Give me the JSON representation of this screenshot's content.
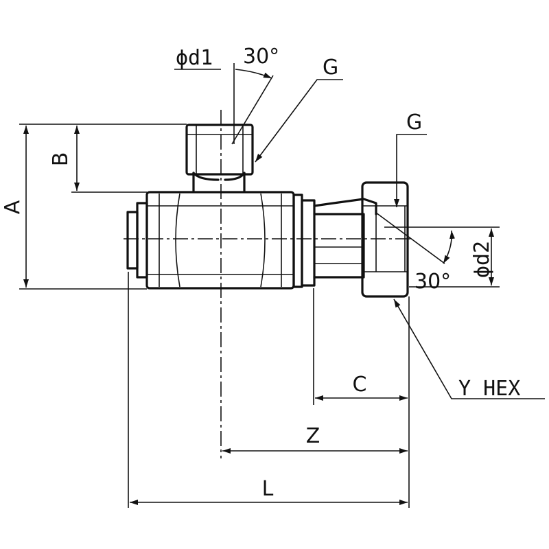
{
  "labels": {
    "phi_d1": "ϕd1",
    "angle_top": "30°",
    "g_top": "G",
    "g_right": "G",
    "phi_d2": "ϕd2",
    "angle_right": "30°",
    "y_hex": "Y HEX",
    "dim_a": "A",
    "dim_b": "B",
    "dim_c": "C",
    "dim_z": "Z",
    "dim_l": "L"
  }
}
